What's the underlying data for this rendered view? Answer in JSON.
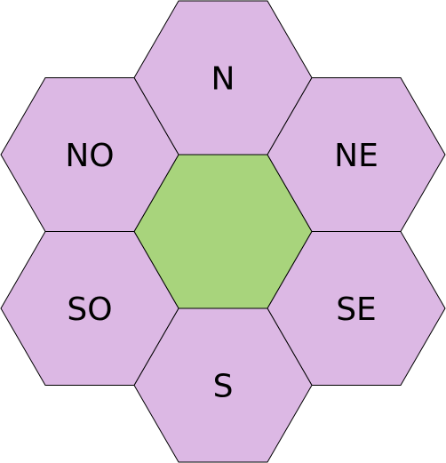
{
  "colors": {
    "outer_fill": "#dcb8e4",
    "center_fill": "#a8d47c",
    "stroke": "#000000",
    "background": "#ffffff"
  },
  "cells": [
    {
      "id": "center",
      "label": "",
      "fill": "center"
    },
    {
      "id": "n",
      "label": "N",
      "fill": "outer"
    },
    {
      "id": "ne",
      "label": "NE",
      "fill": "outer"
    },
    {
      "id": "se",
      "label": "SE",
      "fill": "outer"
    },
    {
      "id": "s",
      "label": "S",
      "fill": "outer"
    },
    {
      "id": "so",
      "label": "SO",
      "fill": "outer"
    },
    {
      "id": "no",
      "label": "NO",
      "fill": "outer"
    }
  ]
}
